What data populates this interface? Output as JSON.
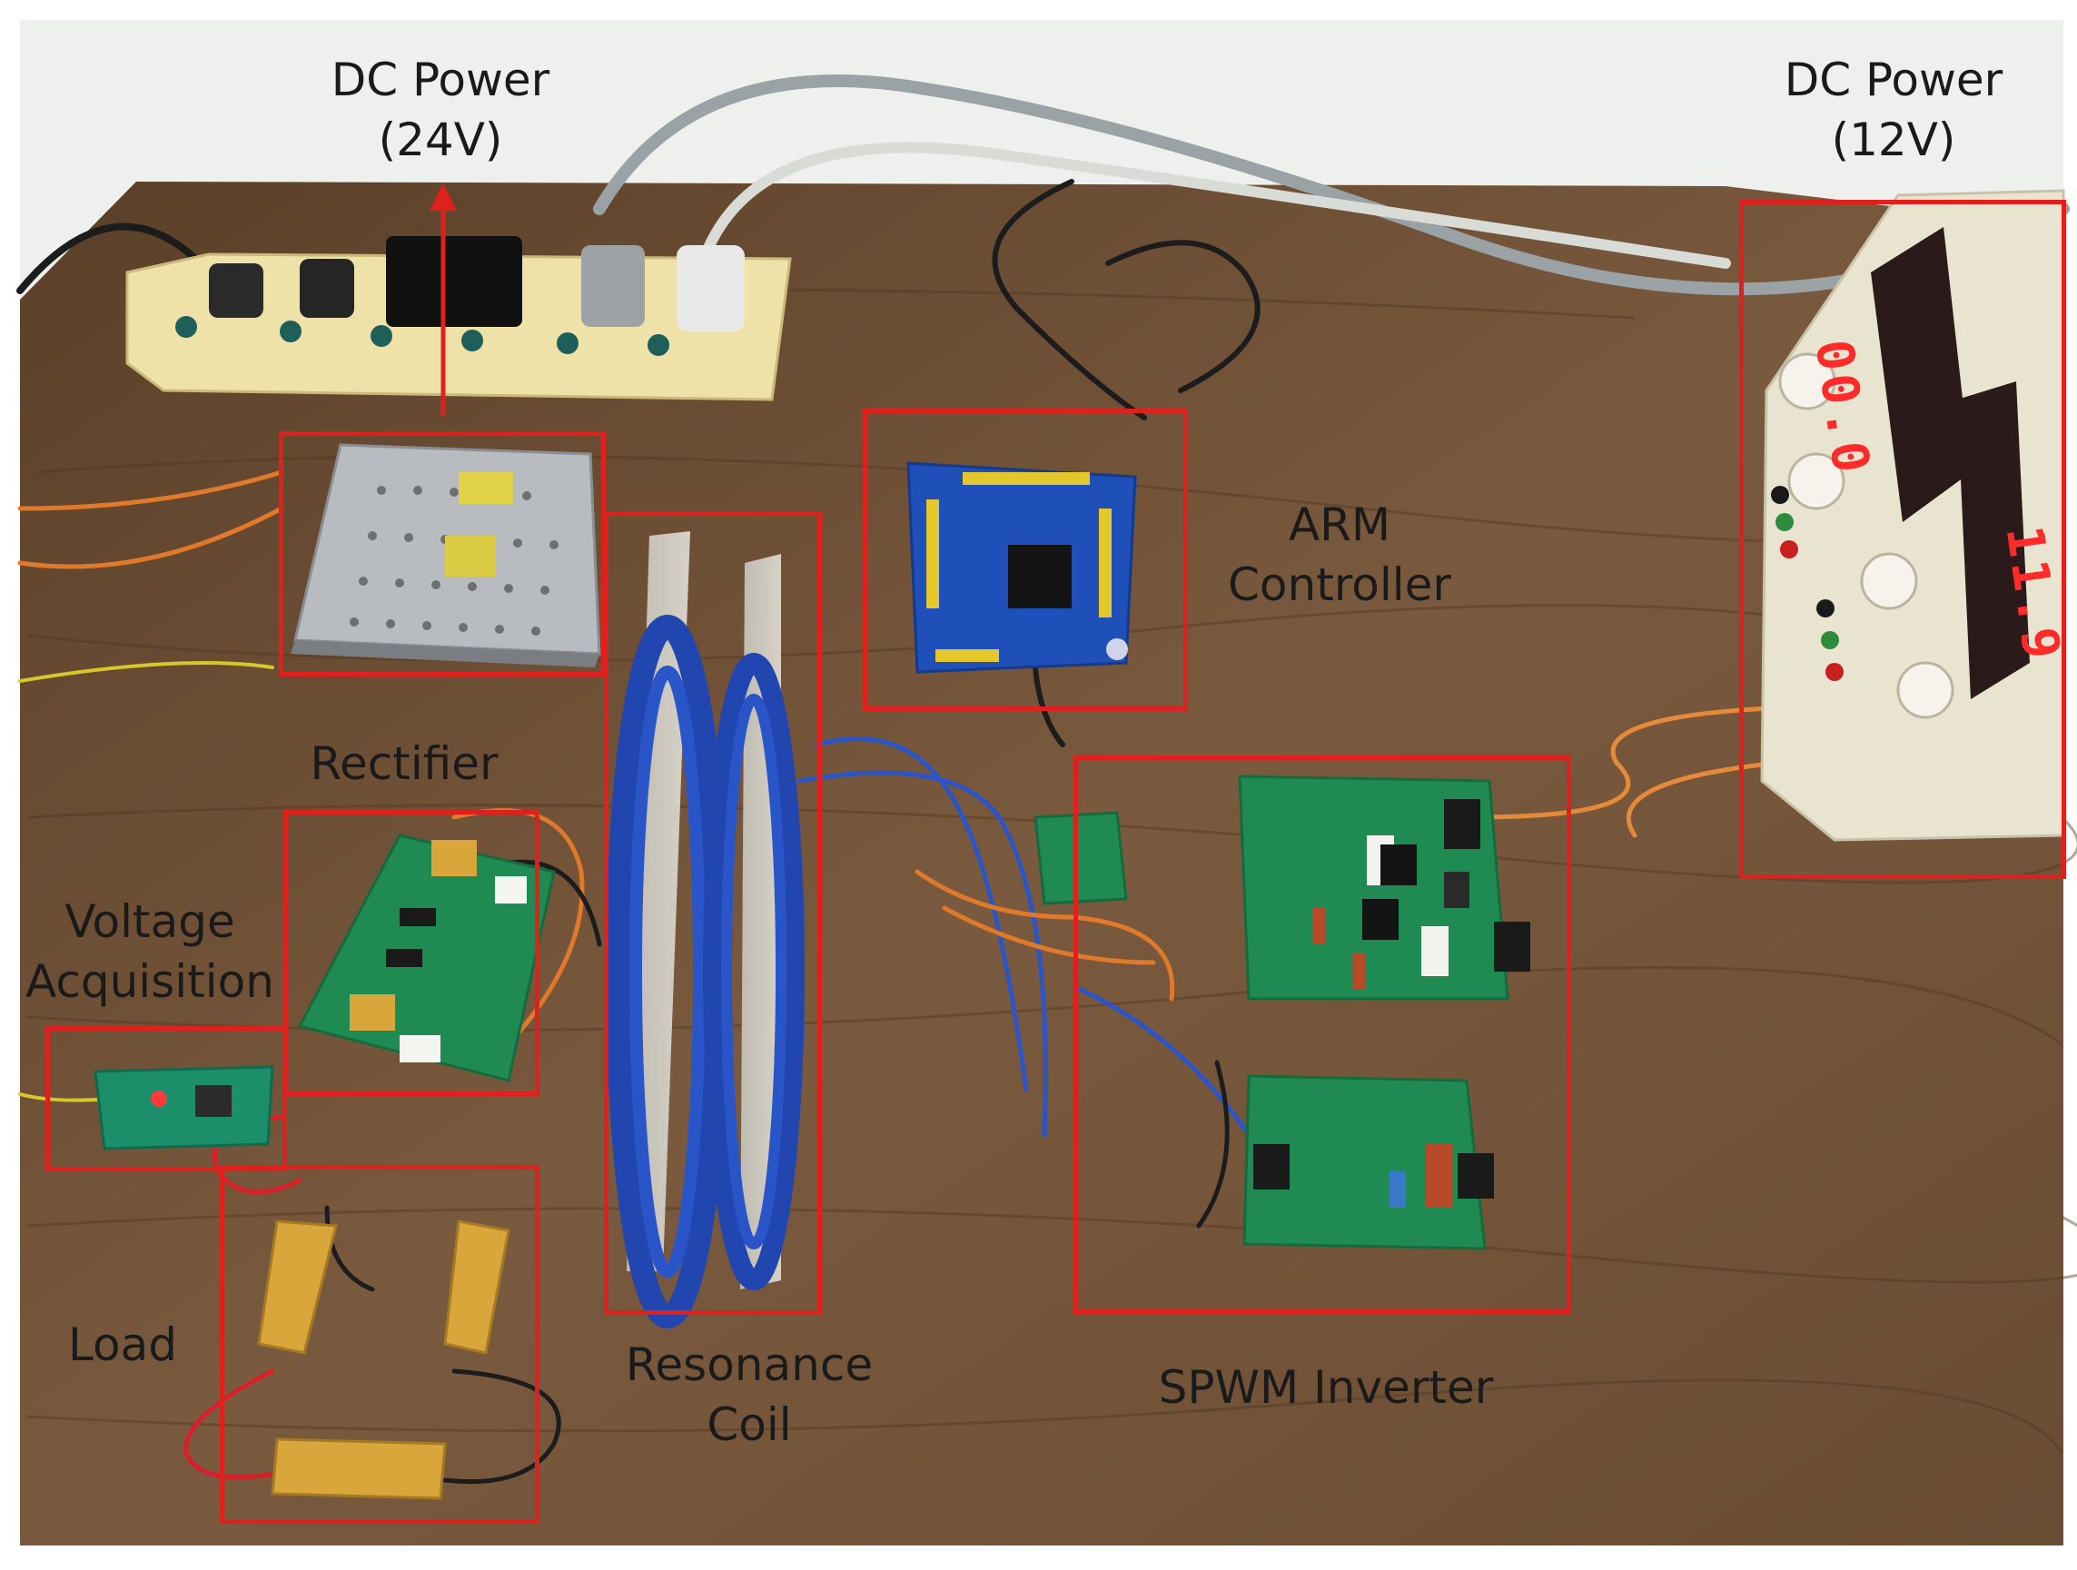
{
  "labels": {
    "dc_power_24v": [
      "DC Power",
      "(24V)"
    ],
    "dc_power_12v": [
      "DC Power",
      "(12V)"
    ],
    "arm_controller": [
      "ARM",
      "Controller"
    ],
    "rectifier": "Rectifier",
    "voltage_acquisition": [
      "Voltage",
      "Acquisition"
    ],
    "load": "Load",
    "resonance_coil": [
      "Resonance",
      "Coil"
    ],
    "spwm_inverter": "SPWM Inverter"
  },
  "psu_display": {
    "top": "00.0",
    "bottom": "11.9"
  },
  "colors": {
    "annotation": "#e0201c",
    "desk": "#6e5036",
    "wall": "#eef0ee",
    "pcb_green": "#1f8a52",
    "arm_board_blue": "#1f4fb8",
    "psu_body": "#e9e4cf",
    "resistor_gold": "#d8a63a"
  }
}
